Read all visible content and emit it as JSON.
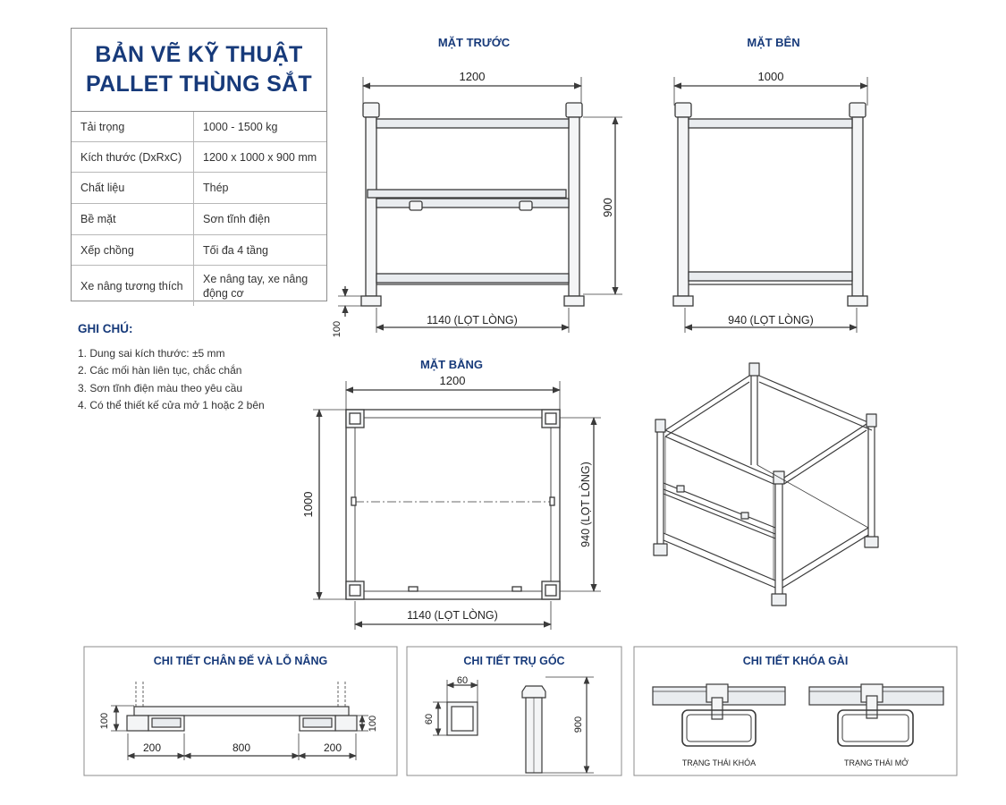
{
  "title": {
    "line1": "BẢN VẼ KỸ THUẬT",
    "line2": "PALLET THÙNG SẮT"
  },
  "specs": [
    {
      "label": "Tải trọng",
      "value": "1000 - 1500 kg"
    },
    {
      "label": "Kích thước (DxRxC)",
      "value": "1200 x 1000 x 900 mm"
    },
    {
      "label": "Chất liệu",
      "value": "Thép"
    },
    {
      "label": "Bề mặt",
      "value": "Sơn tĩnh điện"
    },
    {
      "label": "Xếp chồng",
      "value": "Tối đa 4 tầng"
    },
    {
      "label": "Xe nâng tương thích",
      "value": "Xe nâng tay, xe nâng động cơ"
    }
  ],
  "notes": {
    "title": "GHI CHÚ:",
    "items": [
      "1. Dung sai kích thước: ±5 mm",
      "2. Các mối hàn liên tục, chắc chắn",
      "3. Sơn tĩnh điện màu theo yêu cầu",
      "4. Có thể thiết kế cửa mở 1 hoặc 2 bên"
    ]
  },
  "views": {
    "front": {
      "title": "MẶT TRƯỚC",
      "width": "1200",
      "height": "900",
      "inner": "1140 (LỌT LÒNG)",
      "foot": "100"
    },
    "side": {
      "title": "MẶT BÊN",
      "width": "1000",
      "inner": "940 (LỌT LÒNG)"
    },
    "plan": {
      "title": "MẶT BẰNG",
      "width": "1200",
      "depth": "1000",
      "inner_w": "1140 (LỌT LÒNG)",
      "inner_d": "940 (LỌT LÒNG)"
    }
  },
  "details": {
    "base": {
      "title": "CHI TIẾT CHÂN ĐẾ VÀ LỖ NÂNG",
      "h_left": "100",
      "h_right": "100",
      "d1": "200",
      "d2": "800",
      "d3": "200"
    },
    "post": {
      "title": "CHI TIẾT TRỤ GÓC",
      "w": "60",
      "h": "60",
      "height": "900"
    },
    "lock": {
      "title": "CHI TIẾT KHÓA GÀI",
      "locked": "TRẠNG THÁI KHÓA",
      "open": "TRẠNG THÁI MỞ"
    }
  },
  "colors": {
    "heading": "#173a7a",
    "line": "#3a3a3a",
    "steel": "#e9ecef"
  }
}
